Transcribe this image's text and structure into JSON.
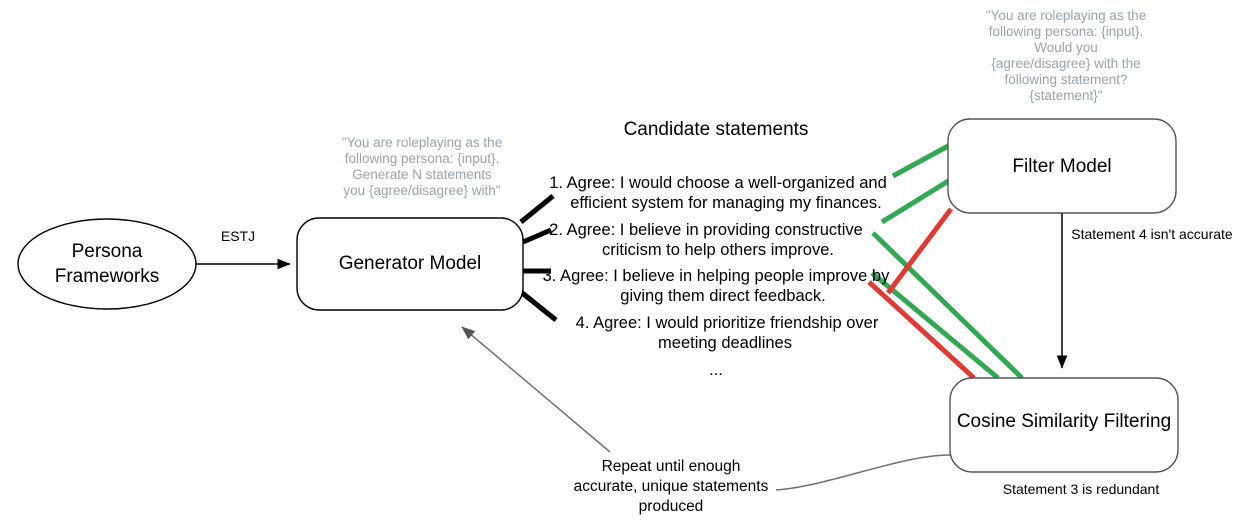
{
  "diagram": {
    "title_heading": "Candidate statements",
    "nodes": {
      "persona": "Persona\nFrameworks",
      "persona_line1": "Persona",
      "persona_line2": "Frameworks",
      "generator": "Generator Model",
      "filter": "Filter Model",
      "cosine": "Cosine Similarity Filtering"
    },
    "prompts": {
      "generator_prompt": [
        "\"You are roleplaying as the",
        "following persona: {input}.",
        "Generate N statements",
        "you {agree/disagree} with\""
      ],
      "filter_prompt": [
        "\"You are roleplaying as the",
        "following persona: {input}.",
        "Would you",
        "{agree/disagree} with the",
        "following statement?",
        "{statement}\""
      ]
    },
    "edge_labels": {
      "persona_to_generator": "ESTJ",
      "filter_to_cosine": "Statement 4 isn't accurate"
    },
    "captions": {
      "cosine_caption": "Statement 3 is redundant",
      "repeat_loop": [
        "Repeat until enough",
        "accurate, unique statements",
        "produced"
      ]
    },
    "statements": [
      {
        "index": "1.",
        "line1": "1. Agree: I would choose a well-organized and",
        "line2": "efficient system for managing my finances.",
        "verdict": "accurate"
      },
      {
        "index": "2.",
        "line1": "2. Agree: I believe in providing constructive",
        "line2": "criticism to help others improve.",
        "verdict": "accurate"
      },
      {
        "index": "3.",
        "line1": "3. Agree: I believe in helping people improve by",
        "line2": "giving them direct feedback.",
        "verdict": "accurate"
      },
      {
        "index": "4.",
        "line1": "4. Agree: I would prioritize friendship over",
        "line2": "meeting deadlines",
        "verdict": "inaccurate"
      }
    ],
    "ellipsis": "...",
    "colors": {
      "accurate": "#32a852",
      "inaccurate": "#e03a34",
      "node_stroke": "#000000",
      "node_stroke_gray": "#555555",
      "prompt_text": "#9aa3ad",
      "gray_edge": "#707070",
      "background": "#ffffff"
    }
  }
}
